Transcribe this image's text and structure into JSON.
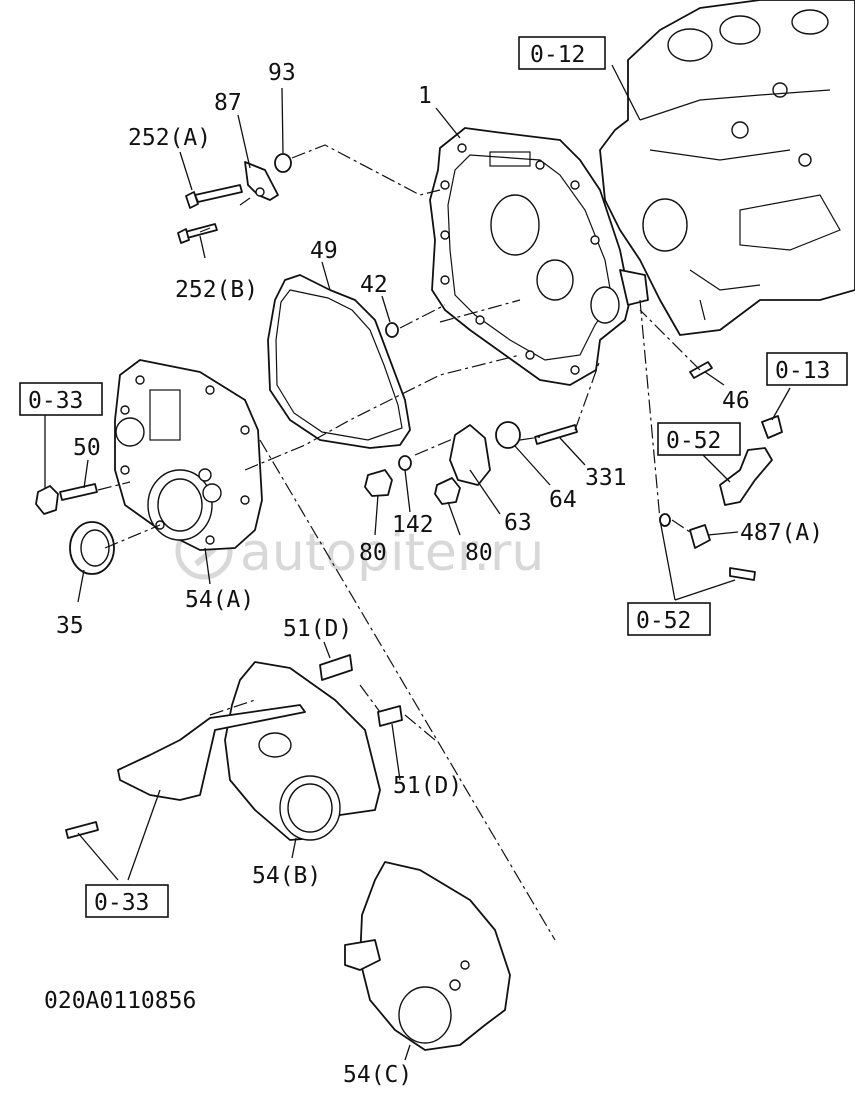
{
  "labels": {
    "l1": "1",
    "l93": "93",
    "l87": "87",
    "l252a": "252(A)",
    "l252b": "252(B)",
    "l49": "49",
    "l42": "42",
    "l46": "46",
    "l50": "50",
    "l35": "35",
    "l54a": "54(A)",
    "l331": "331",
    "l64": "64",
    "l63": "63",
    "l142": "142",
    "l80a": "80",
    "l80b": "80",
    "l487a": "487(A)",
    "l51d_top": "51(D)",
    "l51d_right": "51(D)",
    "l54b": "54(B)",
    "l54c": "54(C)"
  },
  "refs": {
    "r012": "0-12",
    "r013": "0-13",
    "r052_top": "0-52",
    "r052_bottom": "0-52",
    "r033_top": "0-33",
    "r033_bottom": "0-33"
  },
  "drawing_code": "020A0110856",
  "watermark": "autopiter.ru"
}
